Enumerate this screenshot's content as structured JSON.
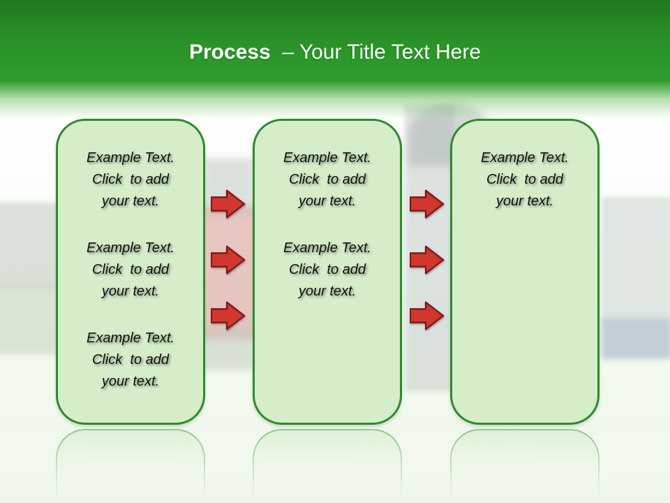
{
  "slide_title": {
    "emphasis": "Process",
    "subtitle": "  – Your Title Text Here"
  },
  "process_columns": [
    {
      "name": "step-1",
      "texts": [
        "Example Text.\nClick  to add\nyour text.",
        "Example Text.\nClick  to add\nyour text.",
        "Example Text.\nClick  to add\nyour text."
      ]
    },
    {
      "name": "step-2",
      "texts": [
        "Example Text.\nClick  to add\nyour text.",
        "Example Text.\nClick  to add\nyour text."
      ]
    },
    {
      "name": "step-3",
      "texts": [
        "Example Text.\nClick  to add\nyour text."
      ]
    }
  ],
  "arrows": {
    "between_step1_step2_count": 3,
    "between_step2_step3_count": 3,
    "direction": "right"
  },
  "colors": {
    "header_green_top": "#20771f",
    "header_green": "#2f9e2c",
    "box_fill": "#d6edca",
    "box_border": "#2e8b2c",
    "arrow_fill": "#d2372f",
    "arrow_stroke": "#7e1d1c",
    "title_text": "#ffffff",
    "body_text": "#111111"
  }
}
